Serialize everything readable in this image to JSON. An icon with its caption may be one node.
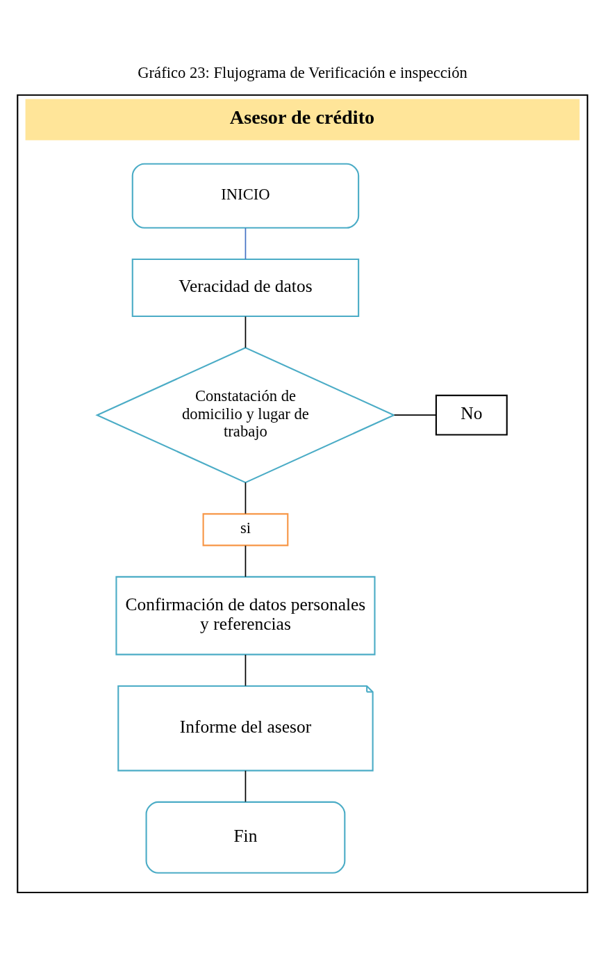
{
  "diagram": {
    "title": "Gráfico 23: Flujograma de Verificación e inspección",
    "nodes": [
      {
        "text": [
          "Asesor de crédito"
        ]
      },
      {
        "text": [
          "INICIO"
        ],
        "in": 0
      },
      {
        "text": [
          "Veracidad de datos"
        ],
        "in": 0
      },
      {
        "text": [
          "Constatación de domicilio y lugar de trabajo"
        ],
        "in": 0
      },
      {
        "text": [
          "No"
        ],
        "in": 0
      },
      {
        "text": [
          "si"
        ],
        "in": 0
      },
      {
        "text": [
          "Confirmación de datos personales y referencias"
        ],
        "in": 0
      },
      {
        "text": [
          "Informe del asesor"
        ],
        "in": 0
      },
      {
        "text": [
          "Fin"
        ],
        "in": 0
      }
    ],
    "edges": [
      {
        "from": 1,
        "to": 2,
        "arrow": "none",
        "color": "#4472c4"
      },
      {
        "from": 2,
        "to": 3,
        "arrow": "none"
      },
      {
        "from": 3,
        "to": 4,
        "arrow": "none"
      },
      {
        "from": 3,
        "to": 5,
        "arrow": "none"
      },
      {
        "from": 5,
        "to": 6,
        "arrow": "none"
      },
      {
        "from": 6,
        "to": 7,
        "arrow": "none"
      },
      {
        "from": 7,
        "to": 8,
        "arrow": "none"
      }
    ]
  }
}
